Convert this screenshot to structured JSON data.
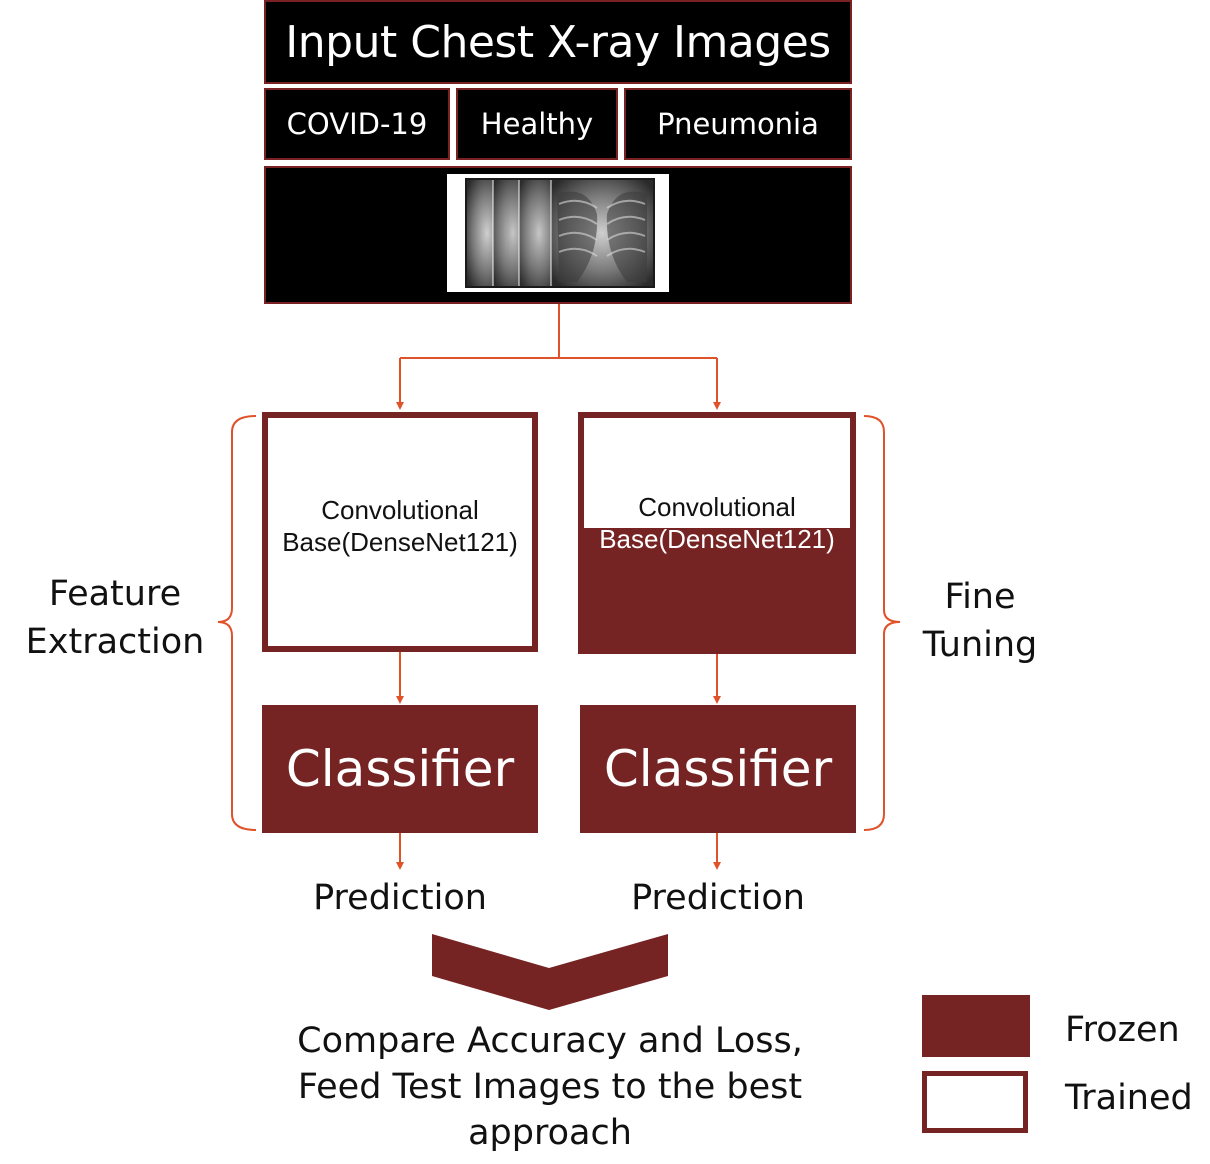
{
  "title": "Input Chest X-ray Images",
  "classes": [
    "COVID-19",
    "Healthy",
    "Pneumonia"
  ],
  "approaches": {
    "feature_extraction": {
      "name": "Feature Extraction",
      "base_line1": "Convolutional",
      "base_line2": "Base(DenseNet121)",
      "classifier": "Classifier",
      "prediction": "Prediction"
    },
    "fine_tuning": {
      "name": "Fine Tuning",
      "base_line1": "Convolutional",
      "base_line2": "Base(DenseNet121)",
      "classifier": "Classifier",
      "prediction": "Prediction"
    }
  },
  "conclusion": "Compare Accuracy and Loss, Feed Test Images to the best approach",
  "legend": {
    "frozen": "Frozen",
    "trained": "Trained"
  },
  "colors": {
    "frozen": "#762323",
    "arrow": "#e0522a",
    "panel": "#000000"
  }
}
